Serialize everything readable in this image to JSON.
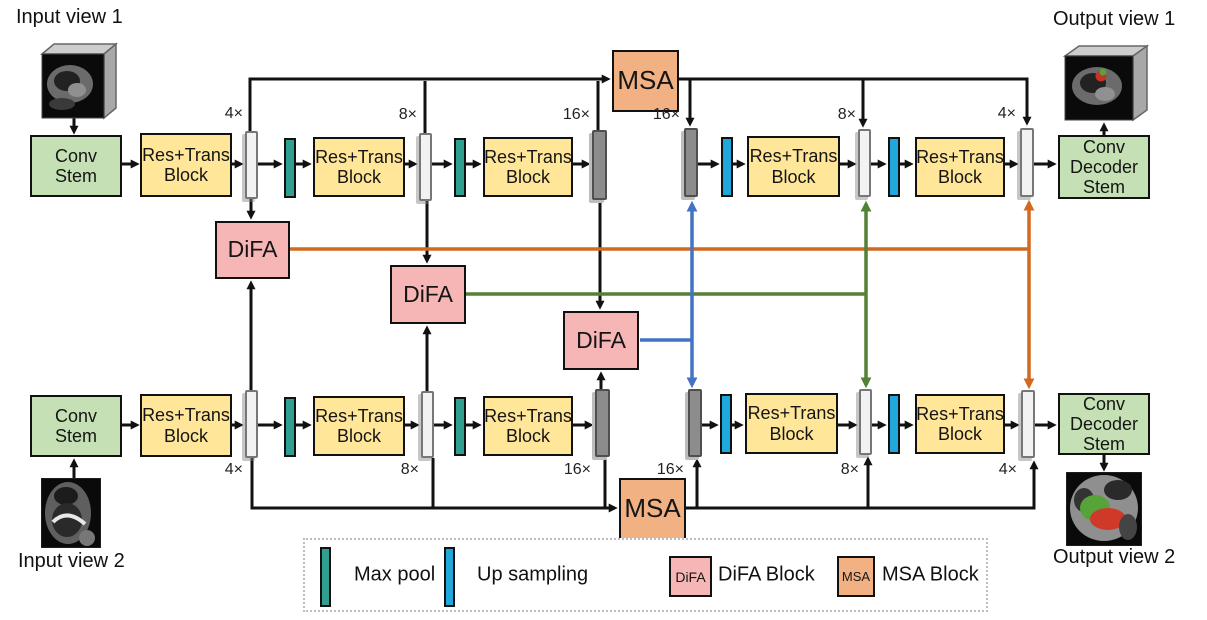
{
  "io": {
    "input_view_1": "Input view 1",
    "output_view_1": "Output view 1",
    "input_view_2": "Input view 2",
    "output_view_2": "Output view 2"
  },
  "blocks": {
    "conv_stem": "Conv Stem",
    "res_trans_block": "Res+Trans Block",
    "conv_decoder_stem": "Conv Decoder Stem",
    "msa": "MSA",
    "difa": "DiFA"
  },
  "scales": {
    "x4": "4×",
    "x8": "8×",
    "x16": "16×"
  },
  "legend": {
    "max_pool": "Max pool",
    "up_sampling": "Up sampling",
    "difa_swatch": "DiFA",
    "difa_block": "DiFA Block",
    "msa_swatch": "MSA",
    "msa_block": "MSA Block"
  },
  "colors": {
    "conv_stem_fill": "#C5E0B4",
    "res_trans_fill": "#FFE699",
    "difa_fill": "#F7B6B6",
    "msa_fill": "#F2B183",
    "max_pool_fill": "#2FA08F",
    "up_sampling_fill": "#1FA8DC",
    "feature_bar_light": "#F2F2F2",
    "feature_bar_dark": "#8C8C8C",
    "route_4x": "#D2691E",
    "route_8x": "#538135",
    "route_16x": "#4472C4"
  }
}
